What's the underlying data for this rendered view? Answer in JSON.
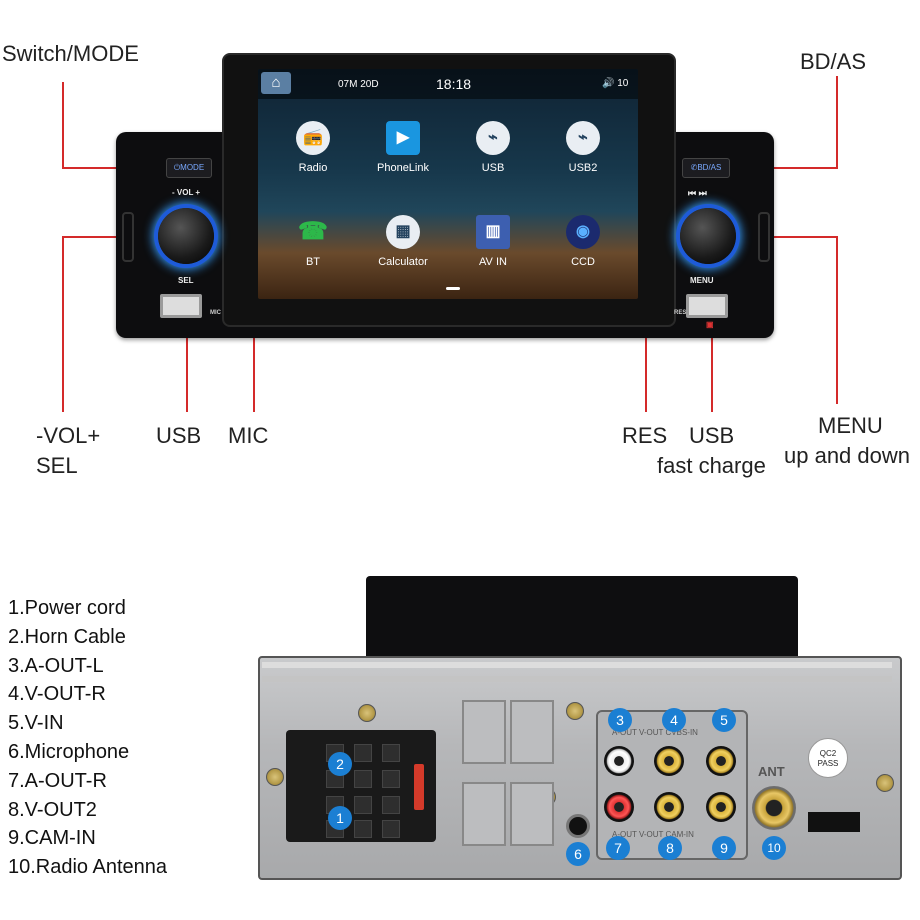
{
  "callouts": {
    "switch_mode": "Switch/MODE",
    "bd_as": "BD/AS",
    "vol_line1": "-VOL+",
    "vol_line2": "SEL",
    "usb_left": "USB",
    "mic": "MIC",
    "res": "RES",
    "usb_fast_line1": "USB",
    "usb_fast_line2": "fast charge",
    "menu_line1": "MENU",
    "menu_line2": "up and down"
  },
  "device_front": {
    "mode_button": "MODE",
    "bd_as_button": "BD/AS",
    "vol_label": "- VOL +",
    "sel_label": "SEL",
    "menu_label": "MENU",
    "mic_label": "MIC",
    "res_label": "RES",
    "seek_buttons": "⏮ ⏭"
  },
  "screen": {
    "date": "07M 20D",
    "time": "18:18",
    "volume": "🔊 10",
    "home_icon": "⌂",
    "apps": [
      {
        "label": "Radio",
        "icon": "radio-icon",
        "glyph": "📻"
      },
      {
        "label": "PhoneLink",
        "icon": "phonelink-icon",
        "glyph": "▶"
      },
      {
        "label": "USB",
        "icon": "usb-icon",
        "glyph": "⌁"
      },
      {
        "label": "USB2",
        "icon": "usb2-icon",
        "glyph": "⌁"
      },
      {
        "label": "BT",
        "icon": "bluetooth-phone-icon",
        "glyph": "☎"
      },
      {
        "label": "Calculator",
        "icon": "calculator-icon",
        "glyph": "▦"
      },
      {
        "label": "AV IN",
        "icon": "av-in-icon",
        "glyph": "▥"
      },
      {
        "label": "CCD",
        "icon": "camera-icon",
        "glyph": "◉"
      }
    ]
  },
  "back_labels": {
    "ant": "ANT",
    "qc": "QC2 PASS",
    "row_top": "A-OUT V-OUT CVBS-IN",
    "row_bottom": "A-OUT V-OUT CAM-IN"
  },
  "badges": [
    "1",
    "2",
    "3",
    "4",
    "5",
    "6",
    "7",
    "8",
    "9",
    "10"
  ],
  "legend": [
    "1.Power cord",
    "2.Horn Cable",
    "3.A-OUT-L",
    "4.V-OUT-R",
    "5.V-IN",
    "6.Microphone",
    "7.A-OUT-R",
    "8.V-OUT2",
    "9.CAM-IN",
    "10.Radio Antenna"
  ],
  "colors": {
    "callout_line": "#d42a2a",
    "badge": "#1b7fd3",
    "knob_glow": "#37a0ff"
  }
}
